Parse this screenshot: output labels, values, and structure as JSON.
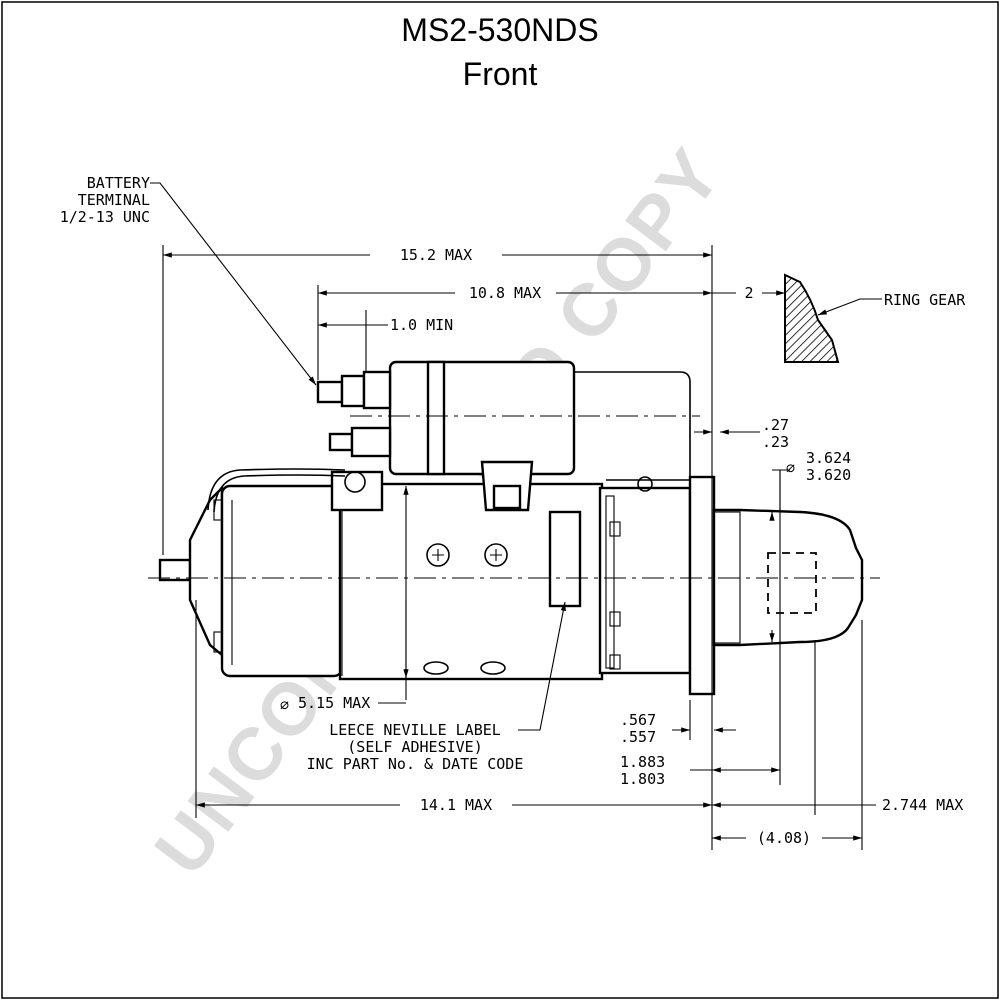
{
  "title": {
    "model": "MS2-530NDS",
    "view": "Front"
  },
  "watermark": "UNCONTROLLED COPY",
  "labels": {
    "battery_terminal_1": "BATTERY",
    "battery_terminal_2": "TERMINAL",
    "battery_terminal_3": "1/2-13 UNC",
    "ring_gear": "RING GEAR",
    "overall_length": "15.2 MAX",
    "solenoid_length": "10.8 MAX",
    "min_clearance": "1.0 MIN",
    "ring_gear_gap": "2",
    "flange_offset_1": ".27",
    "flange_offset_2": ".23",
    "pilot_dia_1": "3.624",
    "pilot_dia_2": "3.620",
    "body_dia": "5.15 MAX",
    "label_note_1": "LEECE NEVILLE LABEL",
    "label_note_2": "(SELF ADHESIVE)",
    "label_note_3": "INC PART No. & DATE CODE",
    "flange_thick_1": ".567",
    "flange_thick_2": ".557",
    "pilot_len_1": "1.883",
    "pilot_len_2": "1.803",
    "body_length": "14.1 MAX",
    "nose_length": "2.744 MAX",
    "nose_ref": "(4.08)"
  }
}
